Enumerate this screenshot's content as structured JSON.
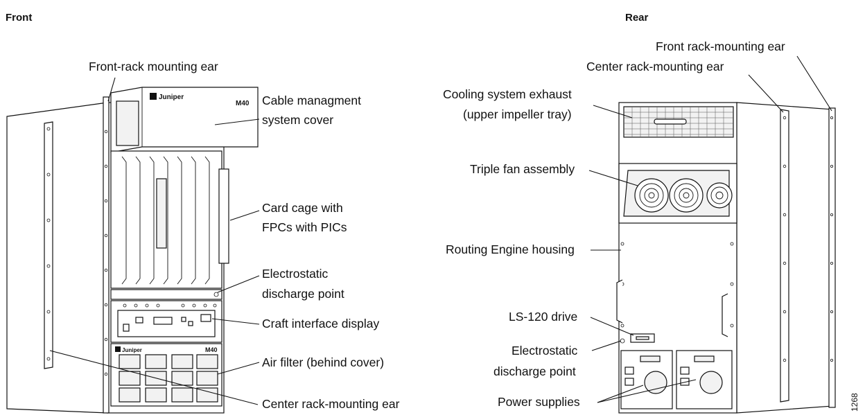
{
  "figure": {
    "front_heading": "Front",
    "rear_heading": "Rear",
    "figure_number": "1268"
  },
  "front": {
    "brand_top": "Juniper",
    "model_top": "M40",
    "brand_filter": "Juniper",
    "model_filter": "M40",
    "labels": {
      "front_rack_mounting_ear": "Front-rack mounting ear",
      "cable_mgmt_line1": "Cable managment",
      "cable_mgmt_line2": "system cover",
      "card_cage_line1": "Card cage with",
      "card_cage_line2": "FPCs with PICs",
      "esd_line1": "Electrostatic",
      "esd_line2": "discharge point",
      "craft_interface": "Craft interface display",
      "air_filter": "Air filter (behind cover)",
      "center_ear": "Center rack-mounting ear"
    }
  },
  "rear": {
    "labels": {
      "front_ear": "Front rack-mounting ear",
      "center_ear": "Center rack-mounting ear",
      "exhaust_line1": "Cooling system exhaust",
      "exhaust_line2": "(upper impeller tray)",
      "fan": "Triple fan assembly",
      "routing_engine": "Routing Engine housing",
      "ls120": "LS-120 drive",
      "esd_line1": "Electrostatic",
      "esd_line2": "discharge point",
      "power": "Power supplies"
    }
  }
}
